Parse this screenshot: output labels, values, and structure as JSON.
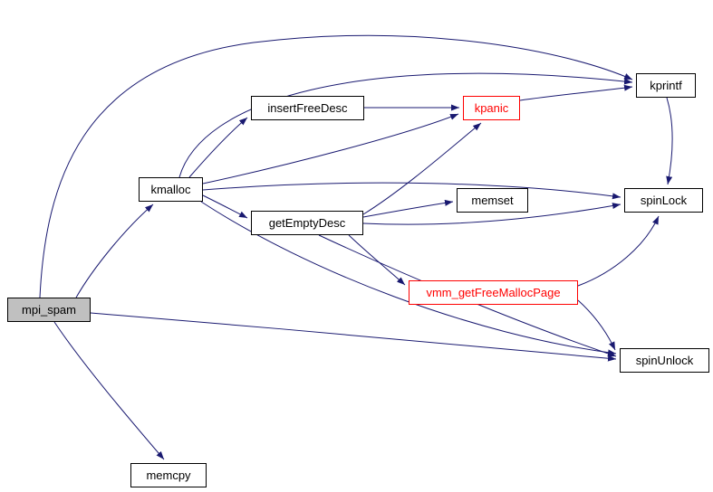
{
  "diagram": {
    "type": "call-graph",
    "root": "mpi_spam"
  },
  "colors": {
    "background": "#ffffff",
    "edge": "#191970",
    "node_border": "#000000",
    "node_fill": "#ffffff",
    "current_node_fill": "#c0c0c0",
    "truncated_node_border": "#ff0000"
  },
  "nodes": {
    "mpi_spam": {
      "label": "mpi_spam",
      "style": "current"
    },
    "kmalloc": {
      "label": "kmalloc",
      "style": "normal"
    },
    "insertFreeDesc": {
      "label": "insertFreeDesc",
      "style": "normal"
    },
    "kpanic": {
      "label": "kpanic",
      "style": "truncated"
    },
    "kprintf": {
      "label": "kprintf",
      "style": "normal"
    },
    "spinLock": {
      "label": "spinLock",
      "style": "normal"
    },
    "memset": {
      "label": "memset",
      "style": "normal"
    },
    "getEmptyDesc": {
      "label": "getEmptyDesc",
      "style": "normal"
    },
    "vmm_getFreeMallocPage": {
      "label": "vmm_getFreeMallocPage",
      "style": "truncated"
    },
    "spinUnlock": {
      "label": "spinUnlock",
      "style": "normal"
    },
    "memcpy": {
      "label": "memcpy",
      "style": "normal"
    }
  },
  "edges": [
    {
      "from": "mpi_spam",
      "to": "kmalloc"
    },
    {
      "from": "mpi_spam",
      "to": "kprintf"
    },
    {
      "from": "mpi_spam",
      "to": "spinUnlock"
    },
    {
      "from": "mpi_spam",
      "to": "memcpy"
    },
    {
      "from": "kmalloc",
      "to": "insertFreeDesc"
    },
    {
      "from": "kmalloc",
      "to": "kpanic"
    },
    {
      "from": "kmalloc",
      "to": "kprintf"
    },
    {
      "from": "kmalloc",
      "to": "spinLock"
    },
    {
      "from": "kmalloc",
      "to": "getEmptyDesc"
    },
    {
      "from": "kmalloc",
      "to": "spinUnlock"
    },
    {
      "from": "insertFreeDesc",
      "to": "kpanic"
    },
    {
      "from": "kpanic",
      "to": "kprintf"
    },
    {
      "from": "getEmptyDesc",
      "to": "kpanic"
    },
    {
      "from": "getEmptyDesc",
      "to": "memset"
    },
    {
      "from": "getEmptyDesc",
      "to": "spinLock"
    },
    {
      "from": "getEmptyDesc",
      "to": "vmm_getFreeMallocPage"
    },
    {
      "from": "getEmptyDesc",
      "to": "spinUnlock"
    },
    {
      "from": "vmm_getFreeMallocPage",
      "to": "spinLock"
    },
    {
      "from": "vmm_getFreeMallocPage",
      "to": "spinUnlock"
    },
    {
      "from": "kprintf",
      "to": "spinLock"
    }
  ]
}
